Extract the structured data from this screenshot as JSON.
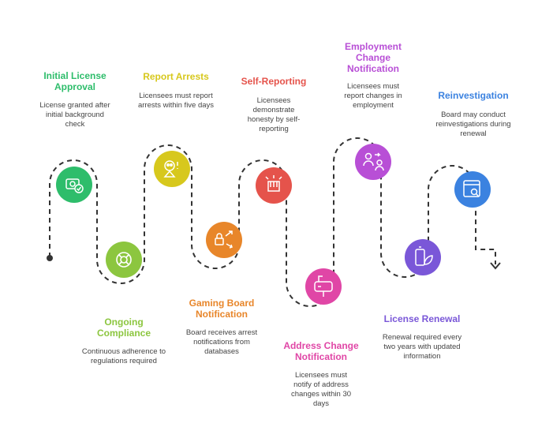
{
  "steps": [
    {
      "title": "Initial License Approval",
      "description": "License granted after initial background check",
      "color": "#2ebd6b",
      "icon": "camera-check-icon"
    },
    {
      "title": "Ongoing Compliance",
      "description": "Continuous adherence to regulations required",
      "color": "#8cc63f",
      "icon": "lifebuoy-icon"
    },
    {
      "title": "Report Arrests",
      "description": "Licensees must report arrests within five days",
      "color": "#d7c81d",
      "icon": "skull-alert-icon"
    },
    {
      "title": "Gaming Board Notification",
      "description": "Board receives arrest notifications from databases",
      "color": "#e8862a",
      "icon": "lock-transfer-icon"
    },
    {
      "title": "Self-Reporting",
      "description": "Licensees demonstrate honesty by self-reporting",
      "color": "#e5534b",
      "icon": "hand-raised-icon"
    },
    {
      "title": "Address Change Notification",
      "description": "Licensees must notify of address changes within 30 days",
      "color": "#e046a6",
      "icon": "mailbox-icon"
    },
    {
      "title": "Employment Change Notification",
      "description": "Licensees must report changes in employment",
      "color": "#b84fd6",
      "icon": "person-swap-icon"
    },
    {
      "title": "License Renewal",
      "description": "Renewal required every two years with updated information",
      "color": "#7a57d8",
      "icon": "battery-leaf-icon"
    },
    {
      "title": "Reinvestigation",
      "description": "Board may conduct reinvestigations during renewal",
      "color": "#3b82e0",
      "icon": "browser-search-icon"
    }
  ]
}
